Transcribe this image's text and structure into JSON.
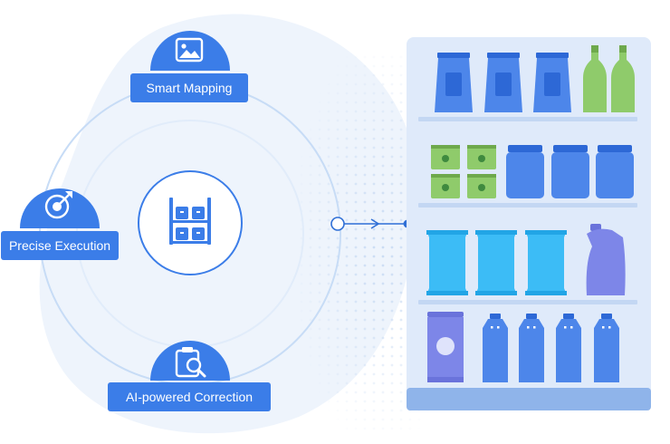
{
  "diagram": {
    "features": {
      "smart_mapping": {
        "label": "Smart Mapping",
        "icon": "image-icon"
      },
      "precise_execution": {
        "label": "Precise Execution",
        "icon": "target-icon"
      },
      "ai_correction": {
        "label": "AI-powered Correction",
        "icon": "clipboard-search-icon"
      }
    },
    "center_icon": "shelf-icon",
    "shelf_icon": "store-shelf-illustration"
  },
  "colors": {
    "accent": "#3b7de8",
    "accent_dark": "#2f6fd6",
    "ring": "#c7dcf6",
    "blob": "#eef4fc",
    "shelf_bg": "#dfeafa",
    "shelf_board": "#c3d7f3",
    "shelf_base": "#8fb4ea",
    "product_blue": "#4d86ea",
    "product_dark": "#2d68d6",
    "product_green": "#8fcb6b",
    "product_cyan": "#3cbcf6",
    "product_purple": "#7d86e8"
  }
}
